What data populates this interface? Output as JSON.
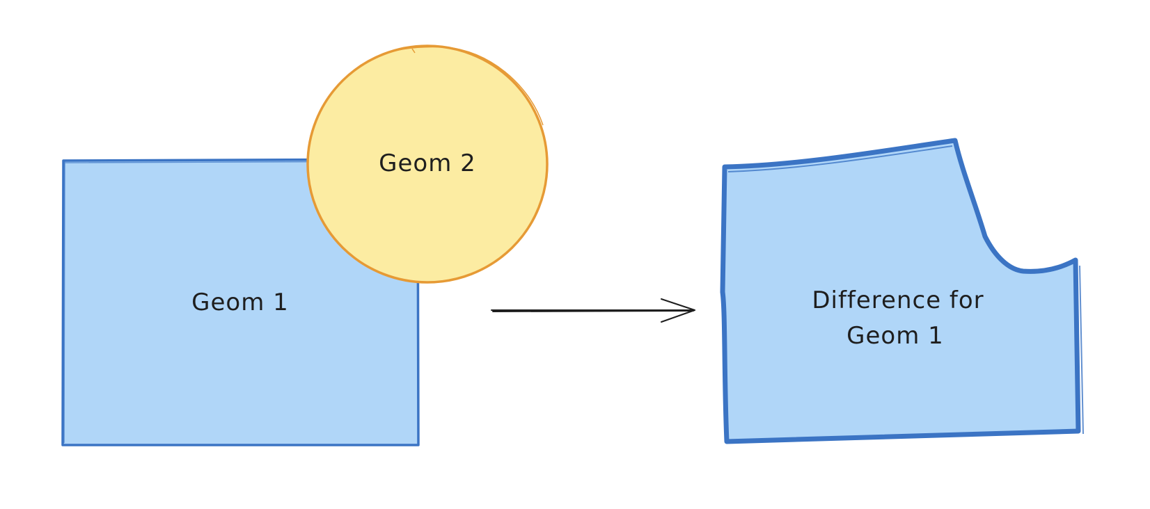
{
  "geom1": {
    "label": "Geom 1",
    "fill": "#b0d6f8",
    "stroke": "#3b74c4"
  },
  "geom2": {
    "label": "Geom 2",
    "fill": "#fceca2",
    "stroke": "#e69a35"
  },
  "result": {
    "label_line1": "Difference for",
    "label_line2": "Geom 1",
    "fill": "#b0d6f8",
    "stroke": "#3b74c4"
  },
  "arrow": {
    "stroke": "#1e1e1e"
  }
}
